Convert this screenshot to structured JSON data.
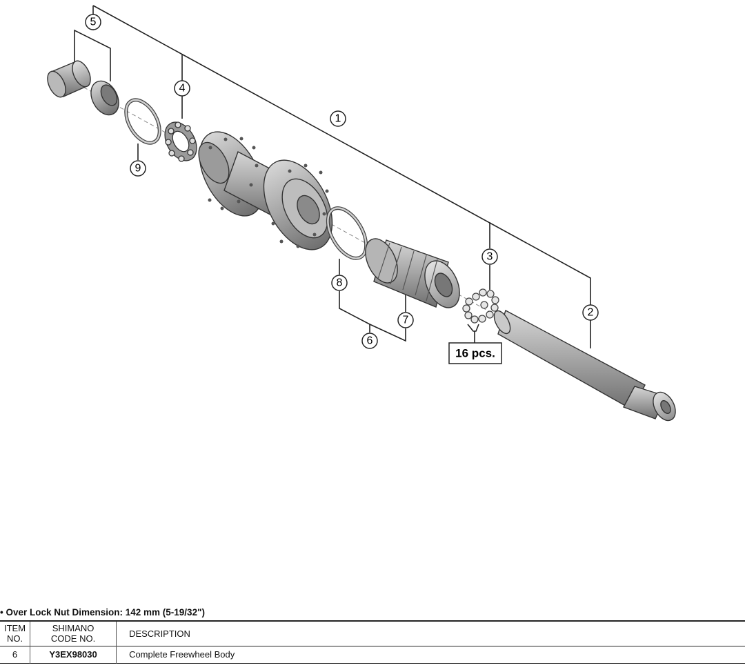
{
  "callouts": [
    {
      "id": "c1",
      "label": "1"
    },
    {
      "id": "c2",
      "label": "2"
    },
    {
      "id": "c3",
      "label": "3"
    },
    {
      "id": "c4",
      "label": "4"
    },
    {
      "id": "c5",
      "label": "5"
    },
    {
      "id": "c6",
      "label": "6"
    },
    {
      "id": "c7",
      "label": "7"
    },
    {
      "id": "c8",
      "label": "8"
    },
    {
      "id": "c9",
      "label": "9"
    }
  ],
  "quantity_label": "16 pcs.",
  "note": "• Over Lock Nut Dimension: 142 mm (5-19/32\")",
  "table": {
    "headers": {
      "item_line1": "ITEM",
      "item_line2": "NO.",
      "code_line1": "SHIMANO",
      "code_line2": "CODE NO.",
      "description": "DESCRIPTION"
    },
    "rows": [
      {
        "item": "6",
        "code": "Y3EX98030",
        "description": "Complete Freewheel Body"
      }
    ]
  }
}
